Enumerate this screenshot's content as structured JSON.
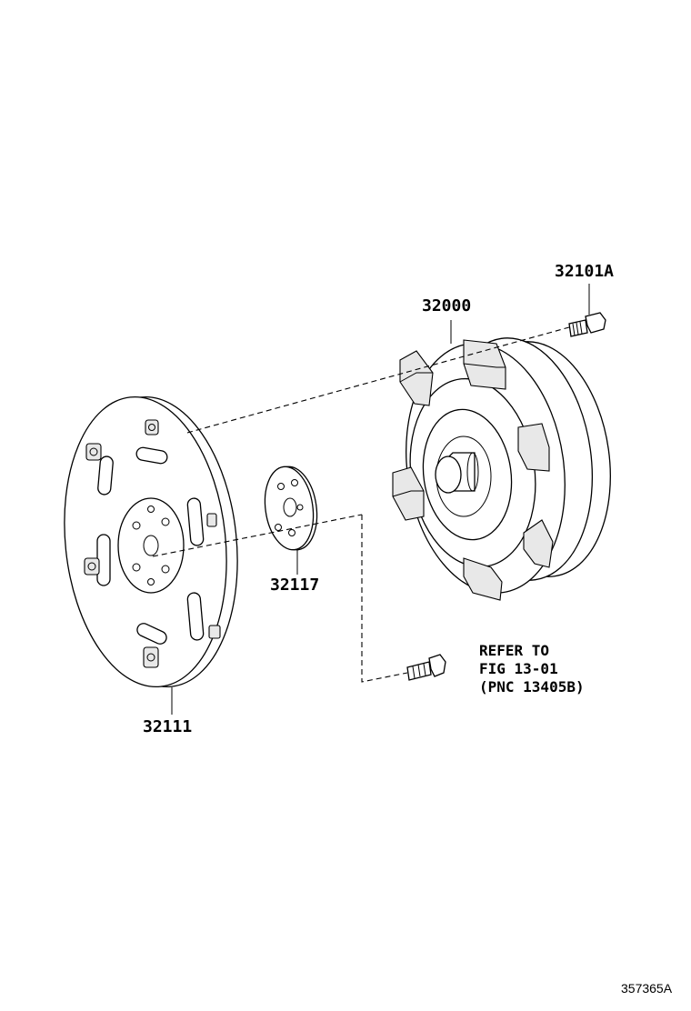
{
  "parts": {
    "torque_converter": "32000",
    "bolt": "32101A",
    "drive_plate": "32111",
    "spacer": "32117"
  },
  "reference": {
    "line1": "REFER TO",
    "line2": "FIG 13-01",
    "line3": "(PNC 13405B)"
  },
  "figure_id": "357365A"
}
